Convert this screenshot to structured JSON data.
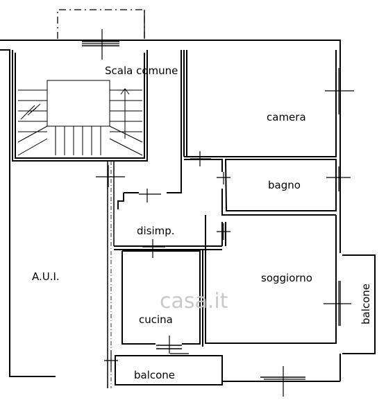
{
  "rooms": {
    "scala_comune": "Scala comune",
    "camera": "camera",
    "bagno": "bagno",
    "disimp": "disimp.",
    "soggiorno": "soggiorno",
    "aui": "A.U.I.",
    "cucina": "cucina",
    "balcone_bottom": "balcone",
    "balcone_right": "balcone"
  },
  "watermark": "casa.it"
}
